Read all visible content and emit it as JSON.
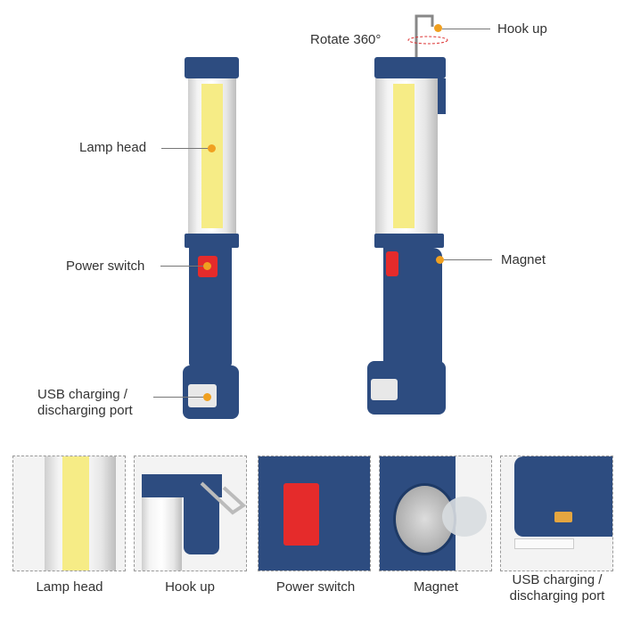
{
  "callouts": {
    "lamp_head": "Lamp head",
    "power_switch": "Power switch",
    "usb_port": "USB charging / discharging port",
    "usb_port_line1": "USB charging /",
    "usb_port_line2": "discharging port",
    "rotate": "Rotate 360°",
    "hook_up": "Hook up",
    "magnet": "Magnet"
  },
  "detail_captions": [
    {
      "line1": "Lamp head"
    },
    {
      "line1": "Hook up"
    },
    {
      "line1": "Power switch"
    },
    {
      "line1": "Magnet"
    },
    {
      "line1": "USB charging /",
      "line2": "discharging port"
    }
  ],
  "colors": {
    "body": "#2d4c80",
    "cob": "#f6ec86",
    "switch": "#e52b2b",
    "dot": "#f0a020"
  }
}
